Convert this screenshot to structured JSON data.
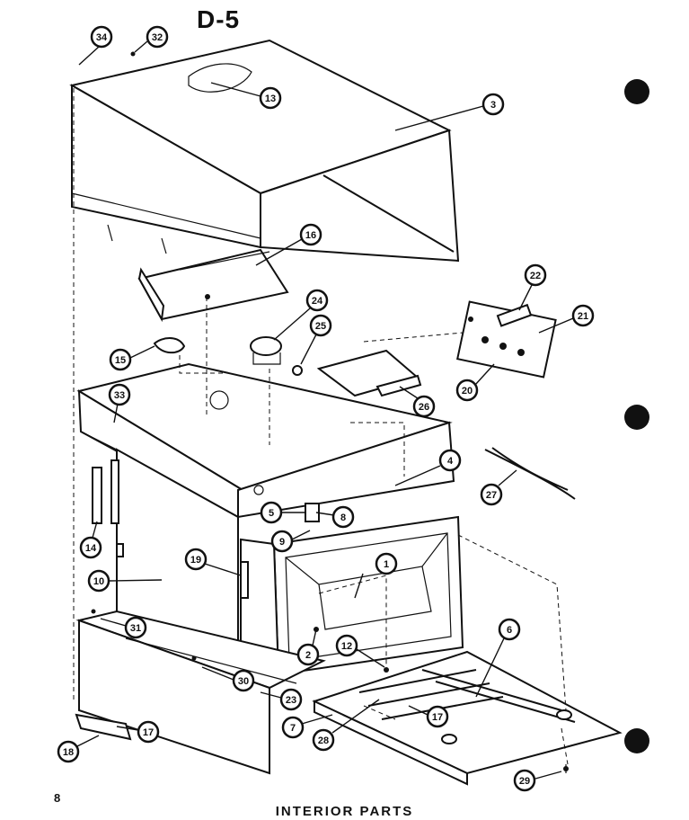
{
  "title": "D-5",
  "caption": "INTERIOR PARTS",
  "page_number": "8",
  "callouts": [
    "1",
    "2",
    "3",
    "4",
    "5",
    "6",
    "7",
    "8",
    "9",
    "10",
    "12",
    "13",
    "14",
    "15",
    "16",
    "17",
    "17",
    "18",
    "19",
    "20",
    "21",
    "22",
    "23",
    "24",
    "25",
    "26",
    "27",
    "28",
    "29",
    "30",
    "31",
    "32",
    "33",
    "34"
  ]
}
